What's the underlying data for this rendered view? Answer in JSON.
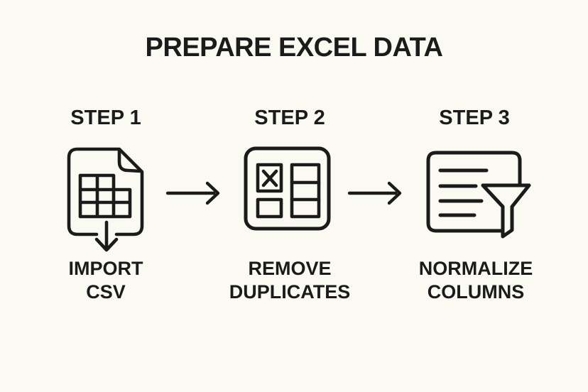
{
  "page": {
    "background_color": "#fbfaf2",
    "ink_color": "#1b1b1b"
  },
  "title": "PREPARE EXCEL DATA",
  "steps": [
    {
      "label": "STEP 1",
      "caption_line1": "IMPORT",
      "caption_line2": "CSV",
      "icon": "spreadsheet-file-import-icon"
    },
    {
      "label": "STEP 2",
      "caption_line1": "REMOVE",
      "caption_line2": "DUPLICATES",
      "icon": "remove-duplicates-grid-icon"
    },
    {
      "label": "STEP 3",
      "caption_line1": "NORMALIZE",
      "caption_line2": "COLUMNS",
      "icon": "document-filter-icon"
    }
  ],
  "connectors": [
    {
      "icon": "arrow-right-icon"
    },
    {
      "icon": "arrow-right-icon"
    }
  ]
}
